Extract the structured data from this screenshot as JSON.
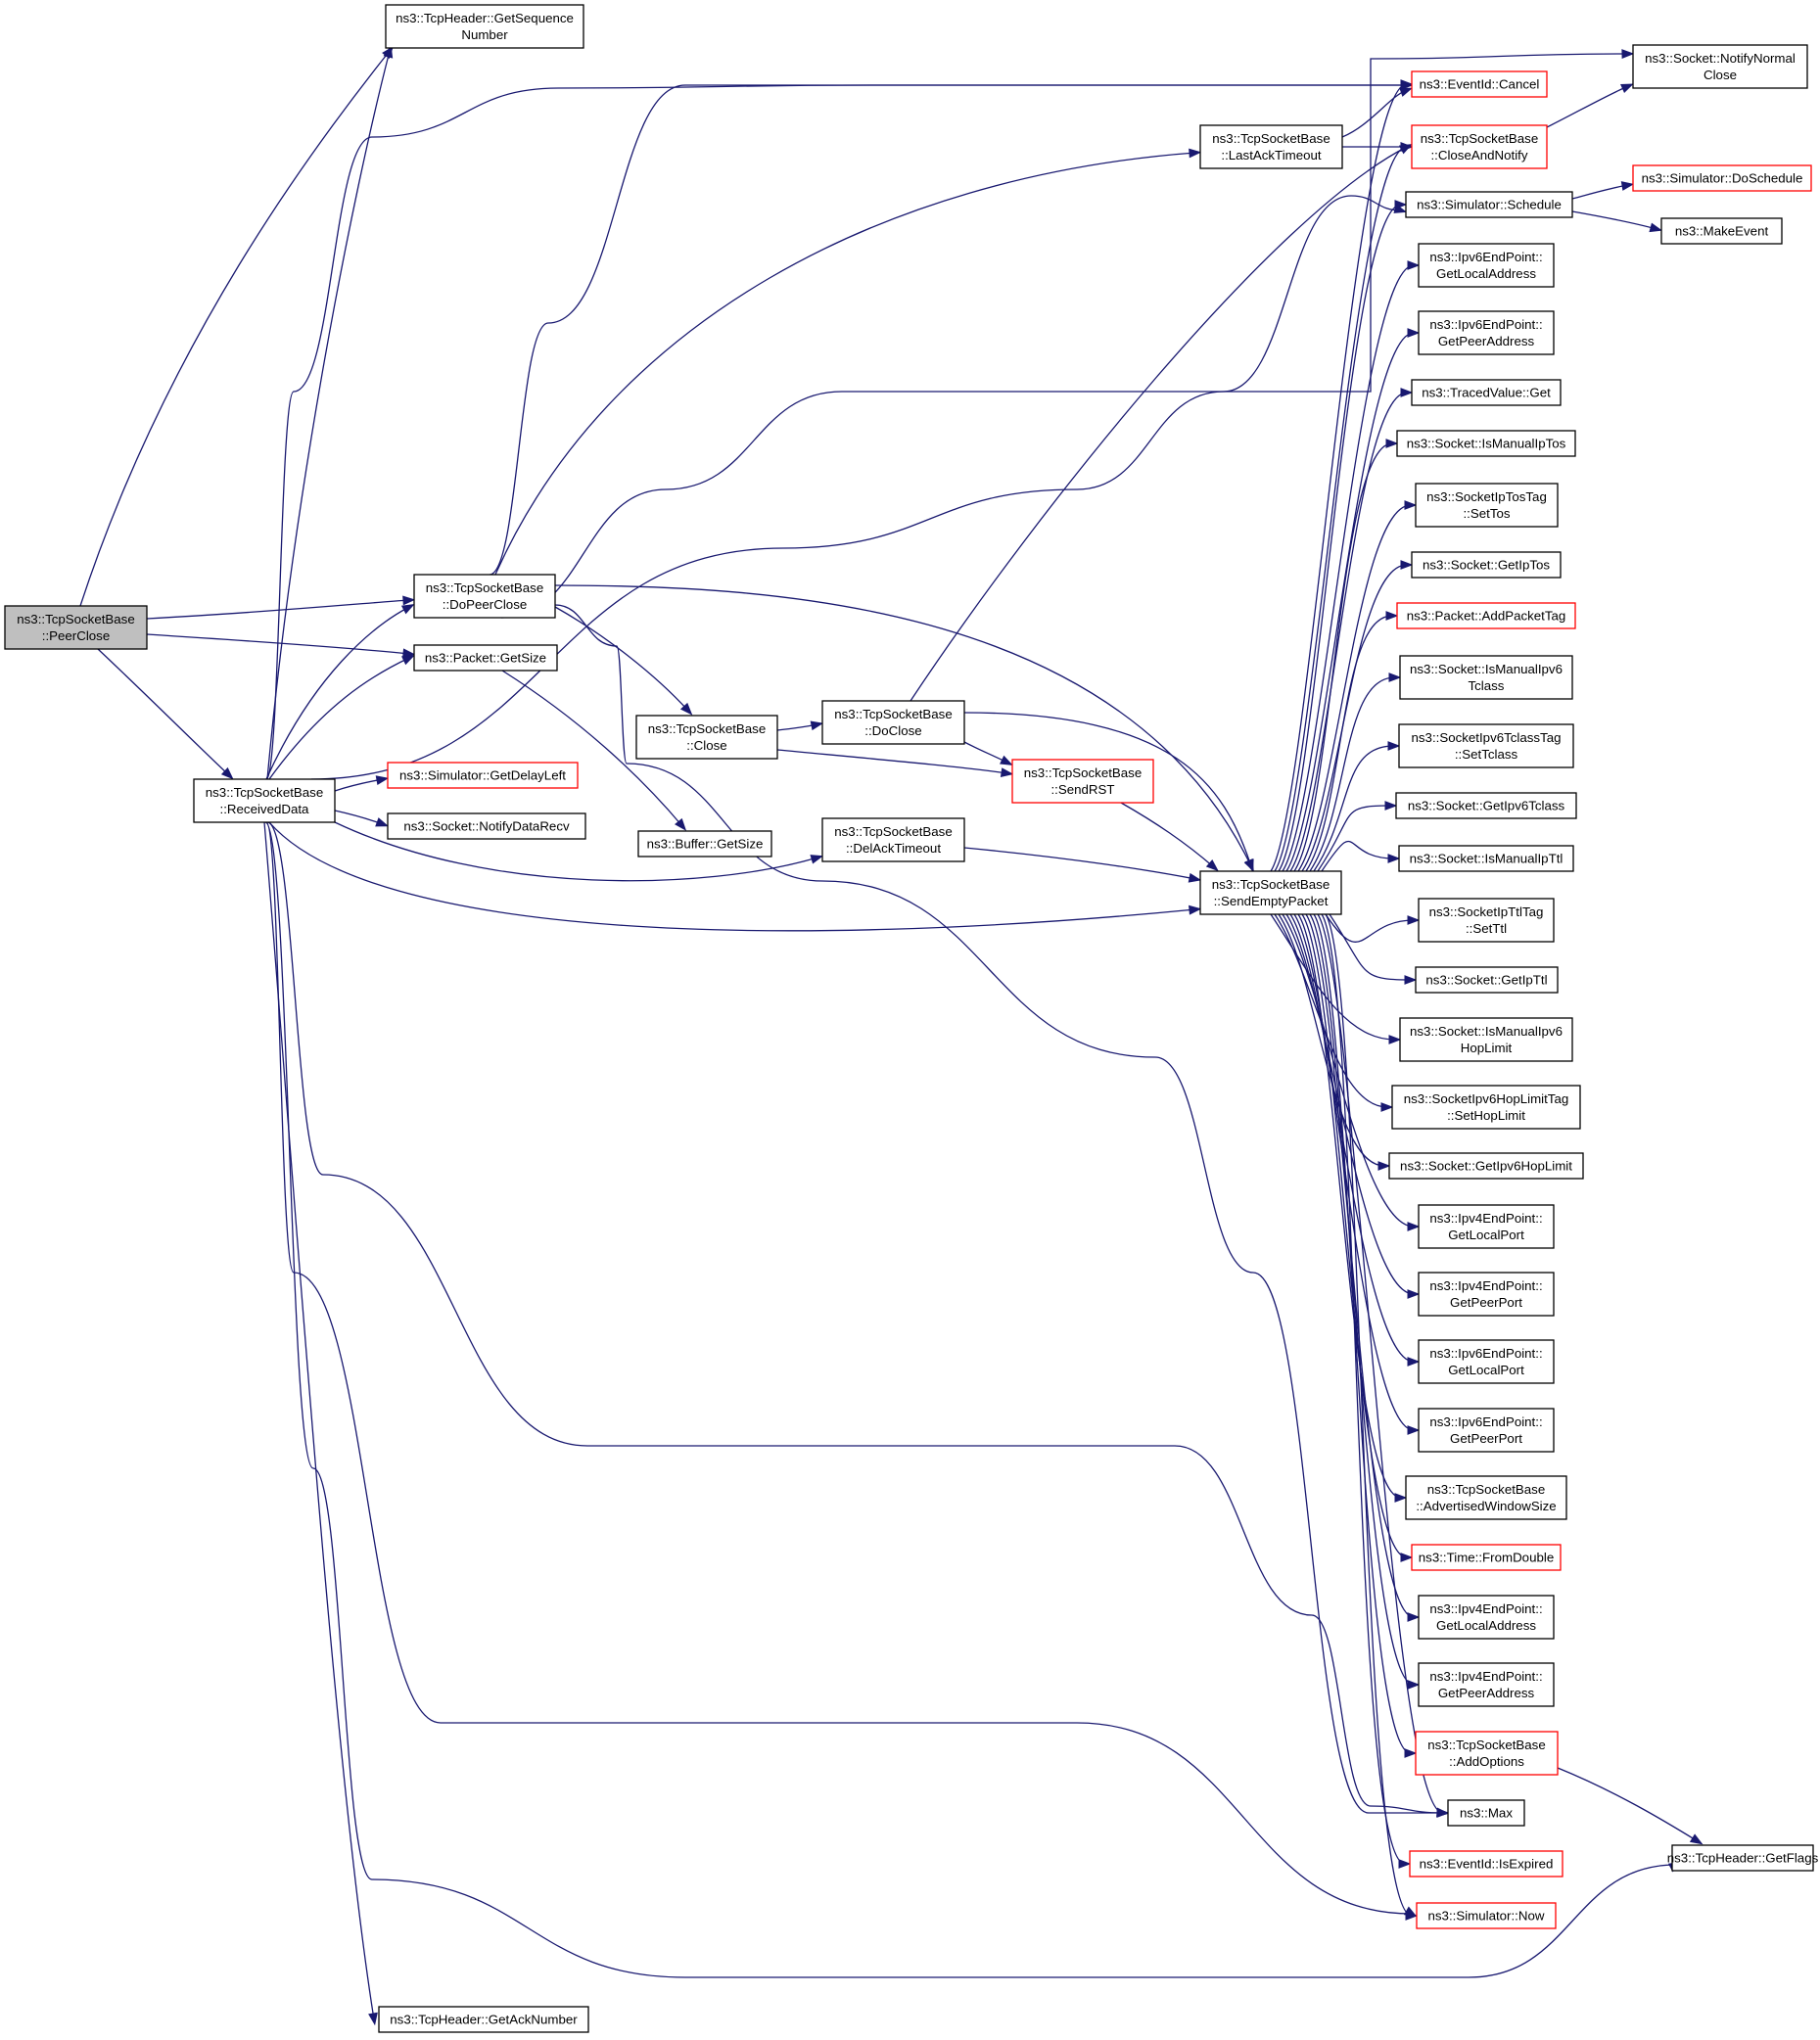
{
  "graph": {
    "title": "",
    "colors": {
      "edge": "#191970",
      "node_border_normal": "#000000",
      "node_border_truncated": "#ff0000",
      "node_fill_root": "#bfbfbf",
      "node_fill": "#ffffff"
    },
    "nodes": [
      {
        "id": "peerclose",
        "lines": [
          "ns3::TcpSocketBase",
          "::PeerClose"
        ],
        "style": "root"
      },
      {
        "id": "getseq",
        "lines": [
          "ns3::TcpHeader::GetSequence",
          "Number"
        ],
        "style": "normal"
      },
      {
        "id": "dopeerclose",
        "lines": [
          "ns3::TcpSocketBase",
          "::DoPeerClose"
        ],
        "style": "normal"
      },
      {
        "id": "pktgetsize",
        "lines": [
          "ns3::Packet::GetSize"
        ],
        "style": "normal"
      },
      {
        "id": "receiveddata",
        "lines": [
          "ns3::TcpSocketBase",
          "::ReceivedData"
        ],
        "style": "normal"
      },
      {
        "id": "getdelayleft",
        "lines": [
          "ns3::Simulator::GetDelayLeft"
        ],
        "style": "truncated"
      },
      {
        "id": "notifydatarecv",
        "lines": [
          "ns3::Socket::NotifyDataRecv"
        ],
        "style": "normal"
      },
      {
        "id": "bufgetsize",
        "lines": [
          "ns3::Buffer::GetSize"
        ],
        "style": "normal"
      },
      {
        "id": "close",
        "lines": [
          "ns3::TcpSocketBase",
          "::Close"
        ],
        "style": "normal"
      },
      {
        "id": "doclose",
        "lines": [
          "ns3::TcpSocketBase",
          "::DoClose"
        ],
        "style": "normal"
      },
      {
        "id": "sendrst",
        "lines": [
          "ns3::TcpSocketBase",
          "::SendRST"
        ],
        "style": "truncated"
      },
      {
        "id": "delacktimeout",
        "lines": [
          "ns3::TcpSocketBase",
          "::DelAckTimeout"
        ],
        "style": "normal"
      },
      {
        "id": "lastacktimeout",
        "lines": [
          "ns3::TcpSocketBase",
          "::LastAckTimeout"
        ],
        "style": "normal"
      },
      {
        "id": "sendemptypacket",
        "lines": [
          "ns3::TcpSocketBase",
          "::SendEmptyPacket"
        ],
        "style": "normal"
      },
      {
        "id": "cancel",
        "lines": [
          "ns3::EventId::Cancel"
        ],
        "style": "truncated"
      },
      {
        "id": "closeandnotify",
        "lines": [
          "ns3::TcpSocketBase",
          "::CloseAndNotify"
        ],
        "style": "truncated"
      },
      {
        "id": "schedule",
        "lines": [
          "ns3::Simulator::Schedule"
        ],
        "style": "normal"
      },
      {
        "id": "notifynormalclose",
        "lines": [
          "ns3::Socket::NotifyNormal",
          "Close"
        ],
        "style": "normal"
      },
      {
        "id": "doschedule",
        "lines": [
          "ns3::Simulator::DoSchedule"
        ],
        "style": "truncated"
      },
      {
        "id": "makeevent",
        "lines": [
          "ns3::MakeEvent"
        ],
        "style": "normal"
      },
      {
        "id": "ipv6getlocaladdr",
        "lines": [
          "ns3::Ipv6EndPoint::",
          "GetLocalAddress"
        ],
        "style": "normal"
      },
      {
        "id": "ipv6getpeeraddr",
        "lines": [
          "ns3::Ipv6EndPoint::",
          "GetPeerAddress"
        ],
        "style": "normal"
      },
      {
        "id": "tracedget",
        "lines": [
          "ns3::TracedValue::Get"
        ],
        "style": "normal"
      },
      {
        "id": "ismanualiptos",
        "lines": [
          "ns3::Socket::IsManualIpTos"
        ],
        "style": "normal"
      },
      {
        "id": "settos",
        "lines": [
          "ns3::SocketIpTosTag",
          "::SetTos"
        ],
        "style": "normal"
      },
      {
        "id": "getiptos",
        "lines": [
          "ns3::Socket::GetIpTos"
        ],
        "style": "normal"
      },
      {
        "id": "addpackettag",
        "lines": [
          "ns3::Packet::AddPacketTag"
        ],
        "style": "truncated"
      },
      {
        "id": "ismanualipv6tclass",
        "lines": [
          "ns3::Socket::IsManualIpv6",
          "Tclass"
        ],
        "style": "normal"
      },
      {
        "id": "settclass",
        "lines": [
          "ns3::SocketIpv6TclassTag",
          "::SetTclass"
        ],
        "style": "normal"
      },
      {
        "id": "getipv6tclass",
        "lines": [
          "ns3::Socket::GetIpv6Tclass"
        ],
        "style": "normal"
      },
      {
        "id": "ismanualipttl",
        "lines": [
          "ns3::Socket::IsManualIpTtl"
        ],
        "style": "normal"
      },
      {
        "id": "setttl",
        "lines": [
          "ns3::SocketIpTtlTag",
          "::SetTtl"
        ],
        "style": "normal"
      },
      {
        "id": "getipttl",
        "lines": [
          "ns3::Socket::GetIpTtl"
        ],
        "style": "normal"
      },
      {
        "id": "ismanualipv6hoplimit",
        "lines": [
          "ns3::Socket::IsManualIpv6",
          "HopLimit"
        ],
        "style": "normal"
      },
      {
        "id": "sethoplimit",
        "lines": [
          "ns3::SocketIpv6HopLimitTag",
          "::SetHopLimit"
        ],
        "style": "normal"
      },
      {
        "id": "getipv6hoplimit",
        "lines": [
          "ns3::Socket::GetIpv6HopLimit"
        ],
        "style": "normal"
      },
      {
        "id": "ipv4getlocalport",
        "lines": [
          "ns3::Ipv4EndPoint::",
          "GetLocalPort"
        ],
        "style": "normal"
      },
      {
        "id": "ipv4getpeerport",
        "lines": [
          "ns3::Ipv4EndPoint::",
          "GetPeerPort"
        ],
        "style": "normal"
      },
      {
        "id": "ipv6getlocalport",
        "lines": [
          "ns3::Ipv6EndPoint::",
          "GetLocalPort"
        ],
        "style": "normal"
      },
      {
        "id": "ipv6getpeerport",
        "lines": [
          "ns3::Ipv6EndPoint::",
          "GetPeerPort"
        ],
        "style": "normal"
      },
      {
        "id": "advwindowsize",
        "lines": [
          "ns3::TcpSocketBase",
          "::AdvertisedWindowSize"
        ],
        "style": "normal"
      },
      {
        "id": "fromdouble",
        "lines": [
          "ns3::Time::FromDouble"
        ],
        "style": "truncated"
      },
      {
        "id": "ipv4getlocaladdr",
        "lines": [
          "ns3::Ipv4EndPoint::",
          "GetLocalAddress"
        ],
        "style": "normal"
      },
      {
        "id": "ipv4getpeeraddr",
        "lines": [
          "ns3::Ipv4EndPoint::",
          "GetPeerAddress"
        ],
        "style": "normal"
      },
      {
        "id": "addoptions",
        "lines": [
          "ns3::TcpSocketBase",
          "::AddOptions"
        ],
        "style": "truncated"
      },
      {
        "id": "max",
        "lines": [
          "ns3::Max"
        ],
        "style": "normal"
      },
      {
        "id": "isexpired",
        "lines": [
          "ns3::EventId::IsExpired"
        ],
        "style": "truncated"
      },
      {
        "id": "now",
        "lines": [
          "ns3::Simulator::Now"
        ],
        "style": "truncated"
      },
      {
        "id": "getflags",
        "lines": [
          "ns3::TcpHeader::GetFlags"
        ],
        "style": "normal"
      },
      {
        "id": "getacknumber",
        "lines": [
          "ns3::TcpHeader::GetAckNumber"
        ],
        "style": "normal"
      }
    ],
    "edges": [
      [
        "peerclose",
        "getseq"
      ],
      [
        "peerclose",
        "dopeerclose"
      ],
      [
        "peerclose",
        "pktgetsize"
      ],
      [
        "peerclose",
        "receiveddata"
      ],
      [
        "dopeerclose",
        "cancel"
      ],
      [
        "dopeerclose",
        "lastacktimeout"
      ],
      [
        "dopeerclose",
        "notifynormalclose"
      ],
      [
        "dopeerclose",
        "close"
      ],
      [
        "dopeerclose",
        "sendemptypacket"
      ],
      [
        "dopeerclose",
        "max"
      ],
      [
        "pktgetsize",
        "bufgetsize"
      ],
      [
        "receiveddata",
        "getseq"
      ],
      [
        "receiveddata",
        "cancel"
      ],
      [
        "receiveddata",
        "dopeerclose"
      ],
      [
        "receiveddata",
        "pktgetsize"
      ],
      [
        "receiveddata",
        "getdelayleft"
      ],
      [
        "receiveddata",
        "notifydatarecv"
      ],
      [
        "receiveddata",
        "delacktimeout"
      ],
      [
        "receiveddata",
        "sendemptypacket"
      ],
      [
        "receiveddata",
        "schedule"
      ],
      [
        "receiveddata",
        "getacknumber"
      ],
      [
        "receiveddata",
        "now"
      ],
      [
        "receiveddata",
        "getflags"
      ],
      [
        "receiveddata",
        "max"
      ],
      [
        "close",
        "doclose"
      ],
      [
        "close",
        "sendrst"
      ],
      [
        "doclose",
        "closeandnotify"
      ],
      [
        "doclose",
        "sendrst"
      ],
      [
        "doclose",
        "sendemptypacket"
      ],
      [
        "sendrst",
        "sendemptypacket"
      ],
      [
        "delacktimeout",
        "sendemptypacket"
      ],
      [
        "lastacktimeout",
        "cancel"
      ],
      [
        "lastacktimeout",
        "closeandnotify"
      ],
      [
        "closeandnotify",
        "notifynormalclose"
      ],
      [
        "schedule",
        "doschedule"
      ],
      [
        "schedule",
        "makeevent"
      ],
      [
        "addoptions",
        "getflags"
      ],
      [
        "sendemptypacket",
        "cancel"
      ],
      [
        "sendemptypacket",
        "closeandnotify"
      ],
      [
        "sendemptypacket",
        "schedule"
      ],
      [
        "sendemptypacket",
        "ipv6getlocaladdr"
      ],
      [
        "sendemptypacket",
        "ipv6getpeeraddr"
      ],
      [
        "sendemptypacket",
        "tracedget"
      ],
      [
        "sendemptypacket",
        "ismanualiptos"
      ],
      [
        "sendemptypacket",
        "settos"
      ],
      [
        "sendemptypacket",
        "getiptos"
      ],
      [
        "sendemptypacket",
        "addpackettag"
      ],
      [
        "sendemptypacket",
        "ismanualipv6tclass"
      ],
      [
        "sendemptypacket",
        "settclass"
      ],
      [
        "sendemptypacket",
        "getipv6tclass"
      ],
      [
        "sendemptypacket",
        "ismanualipttl"
      ],
      [
        "sendemptypacket",
        "setttl"
      ],
      [
        "sendemptypacket",
        "getipttl"
      ],
      [
        "sendemptypacket",
        "ismanualipv6hoplimit"
      ],
      [
        "sendemptypacket",
        "sethoplimit"
      ],
      [
        "sendemptypacket",
        "getipv6hoplimit"
      ],
      [
        "sendemptypacket",
        "ipv4getlocalport"
      ],
      [
        "sendemptypacket",
        "ipv4getpeerport"
      ],
      [
        "sendemptypacket",
        "ipv6getlocalport"
      ],
      [
        "sendemptypacket",
        "ipv6getpeerport"
      ],
      [
        "sendemptypacket",
        "advwindowsize"
      ],
      [
        "sendemptypacket",
        "fromdouble"
      ],
      [
        "sendemptypacket",
        "ipv4getlocaladdr"
      ],
      [
        "sendemptypacket",
        "ipv4getpeeraddr"
      ],
      [
        "sendemptypacket",
        "addoptions"
      ],
      [
        "sendemptypacket",
        "max"
      ],
      [
        "sendemptypacket",
        "isexpired"
      ],
      [
        "sendemptypacket",
        "now"
      ]
    ]
  }
}
